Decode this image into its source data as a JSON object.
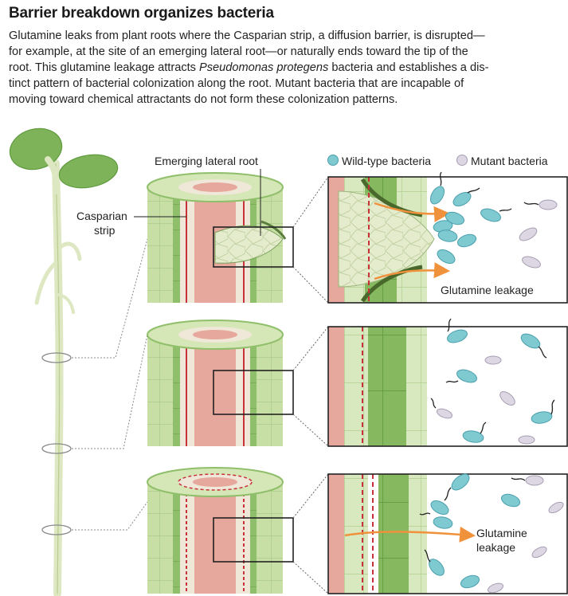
{
  "title": "Barrier breakdown organizes bacteria",
  "body": {
    "line1": "Glutamine leaks from plant roots where the Casparian strip, a diffusion barrier, is disrupted—",
    "line2": "for example, at the site of an emerging lateral root—or naturally ends toward the tip of the",
    "line3a": "root. This glutamine leakage attracts ",
    "line3_italic": "Pseudomonas protegens",
    "line3b": " bacteria and establishes a dis-",
    "line4": "tinct pattern of bacterial colonization along the root. Mutant bacteria that are incapable of",
    "line5": "moving toward chemical attractants do not form these colonization patterns."
  },
  "labels": {
    "emerging": "Emerging lateral root",
    "casparian_1": "Casparian",
    "casparian_2": "strip",
    "legend_wild": "Wild-type bacteria",
    "legend_mutant": "Mutant bacteria",
    "glutamine_top": "Glutamine leakage",
    "glutamine_bottom_1": "Glutamine",
    "glutamine_bottom_2": "leakage"
  },
  "colors": {
    "wild_type": "#7fc9d1",
    "mutant": "#ddd7e3",
    "casparian": "#c8303a",
    "glutamine_arrow": "#f0913b",
    "tissue_green": "#8fbf6a",
    "stele_pink": "#e6a89d"
  }
}
